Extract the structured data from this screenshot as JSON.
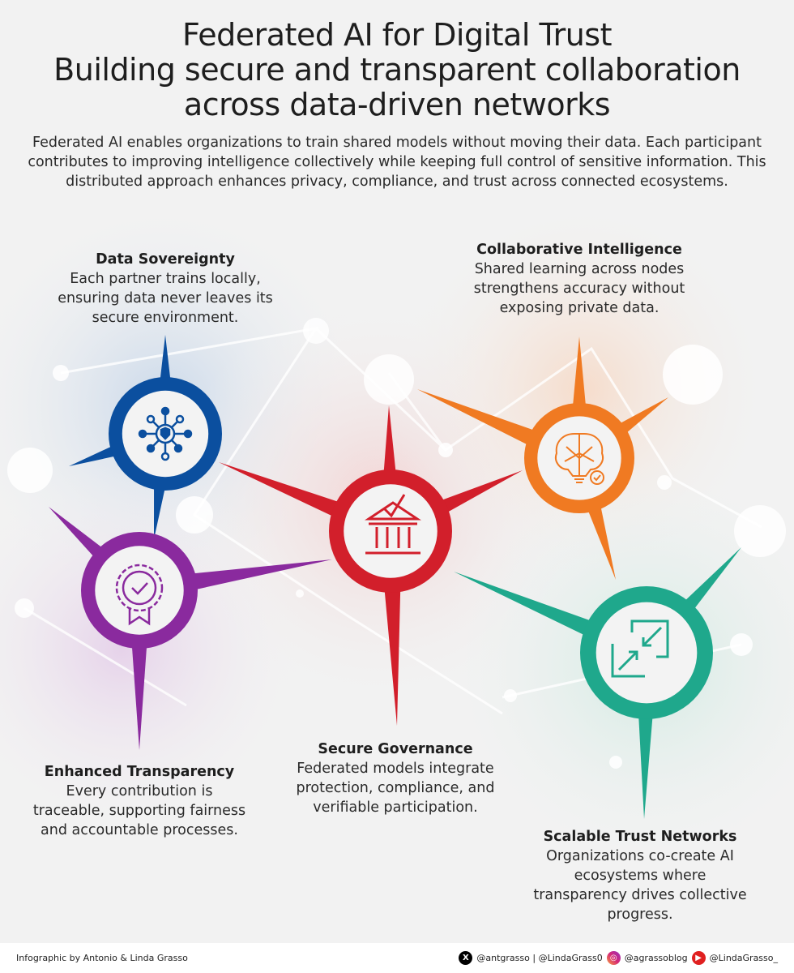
{
  "title": {
    "line1": "Federated AI for Digital Trust",
    "line2": "Building secure and transparent collaboration",
    "line3": "across data-driven networks"
  },
  "description": "Federated AI enables organizations to train shared models without moving their data. Each participant contributes to improving intelligence collectively while keeping full control of sensitive information. This distributed approach enhances privacy, compliance, and trust across connected ecosystems.",
  "nodes": [
    {
      "title": "Data Sovereignty",
      "text": "Each partner trains locally, ensuring data never leaves its secure environment.",
      "color": "#0b4f9f",
      "icon": "network-shield-icon"
    },
    {
      "title": "Collaborative Intelligence",
      "text": "Shared learning across nodes strengthens accuracy without exposing private data.",
      "color": "#f07a22",
      "icon": "brain-lightbulb-check-icon"
    },
    {
      "title": "Enhanced Transparency",
      "text": "Every contribution is traceable, supporting fairness and accountable processes.",
      "color": "#8a2a9e",
      "icon": "badge-check-icon"
    },
    {
      "title": "Secure Governance",
      "text": "Federated models integrate protection, compliance, and verifiable participation.",
      "color": "#d21f2b",
      "icon": "institution-check-icon"
    },
    {
      "title": "Scalable Trust Networks",
      "text": "Organizations co-create AI ecosystems where transparency drives collective progress.",
      "color": "#1fa88c",
      "icon": "expand-arrows-icon"
    }
  ],
  "footer": {
    "credit": "Infographic by Antonio & Linda Grasso",
    "x_handles": "@antgrasso | @LindaGrass0",
    "instagram": "@agrassoblog",
    "youtube": "@LindaGrasso_"
  }
}
